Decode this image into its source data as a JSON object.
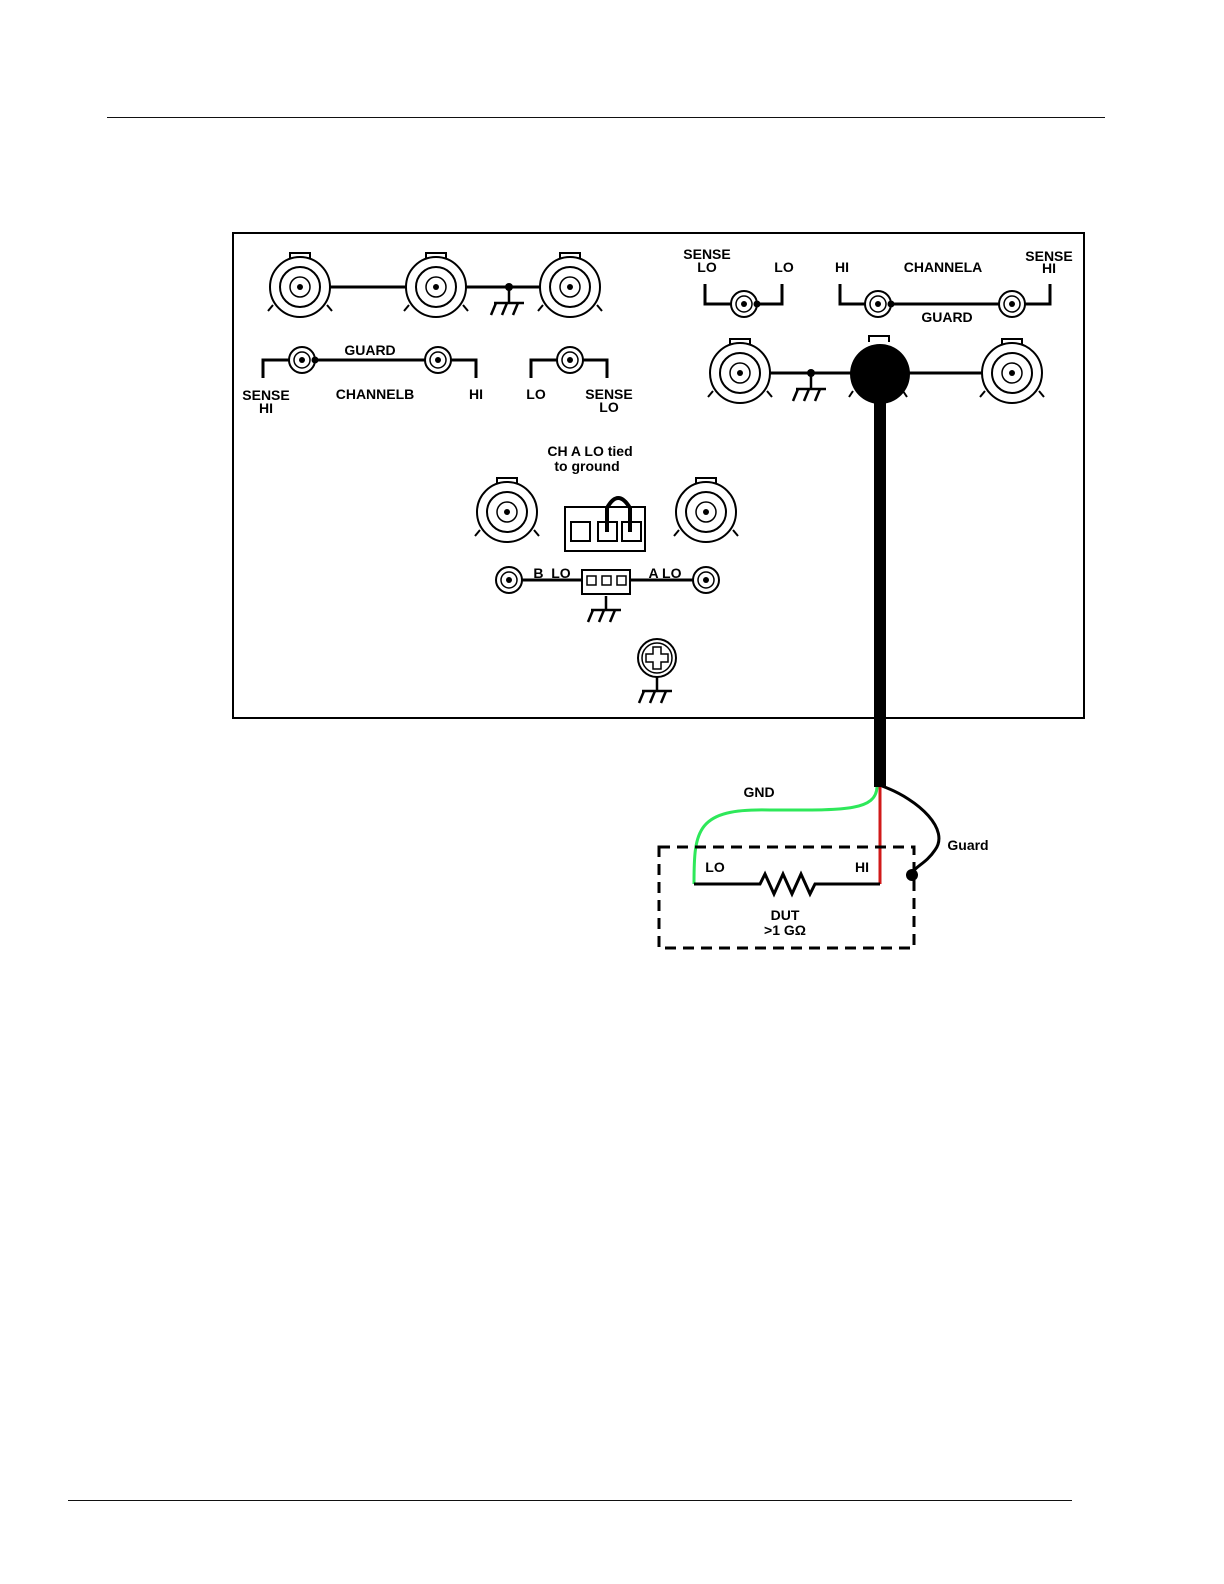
{
  "panel": {
    "channel_b": {
      "guard": "GUARD",
      "sense_hi_1": "SENSE",
      "sense_hi_2": "HI",
      "name": "CHANNELB",
      "hi": "HI",
      "lo": "LO",
      "sense_lo_1": "SENSE",
      "sense_lo_2": "LO"
    },
    "channel_a": {
      "sense_lo_1": "SENSE",
      "sense_lo_2": "LO",
      "lo": "LO",
      "hi": "HI",
      "name": "CHANNELA",
      "sense_hi_1": "SENSE",
      "sense_hi_2": "HI",
      "guard": "GUARD"
    },
    "jumper_note_1": "CH A LO tied",
    "jumper_note_2": "to ground",
    "b_lo": "B  LO",
    "a_lo": "A LO"
  },
  "wiring": {
    "gnd": "GND",
    "guard": "Guard",
    "gnd_color": "#2ee85a",
    "hi_color": "#d11a1a"
  },
  "dut": {
    "lo": "LO",
    "hi": "HI",
    "name": "DUT",
    "value": ">1 GΩ"
  }
}
